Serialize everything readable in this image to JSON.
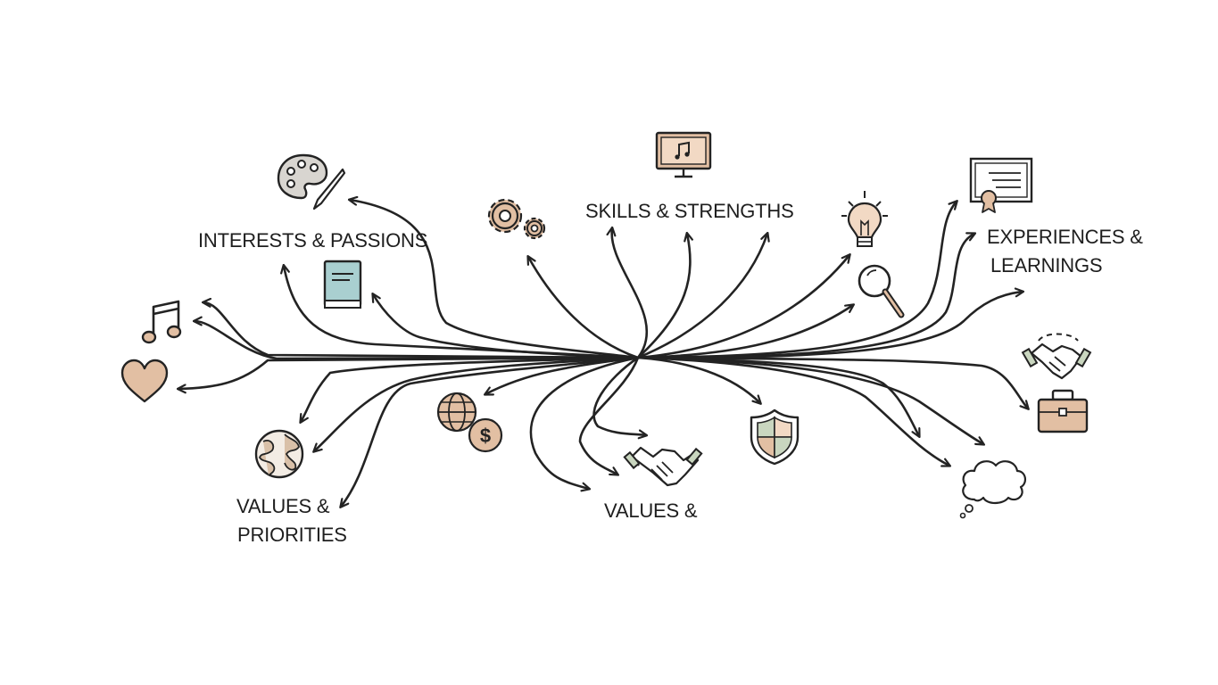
{
  "labels": {
    "interests": "INTERESTS & PASSIONS",
    "skills": "SKILLS & STRENGTHS",
    "experiences_line1": "EXPERIENCES &",
    "experiences_line2": "LEARNINGS",
    "values_left_line1": "VALUES &",
    "values_left_line2": "PRIORITIES",
    "values_center": "VALUES &"
  },
  "colors": {
    "line": "#232323",
    "accent_tan": "#e2bfa3",
    "accent_teal": "#a9cfd0",
    "accent_sage": "#c9d6bf"
  },
  "icons": [
    "palette-icon",
    "book-icon",
    "music-note-icon",
    "heart-icon",
    "globe-icon",
    "gears-icon",
    "monitor-music-icon",
    "globe-dollar-icon",
    "handshake-icon",
    "lightbulb-icon",
    "magnifier-icon",
    "shield-icon",
    "certificate-icon",
    "handshake-icon",
    "briefcase-icon",
    "thought-cloud-icon"
  ]
}
